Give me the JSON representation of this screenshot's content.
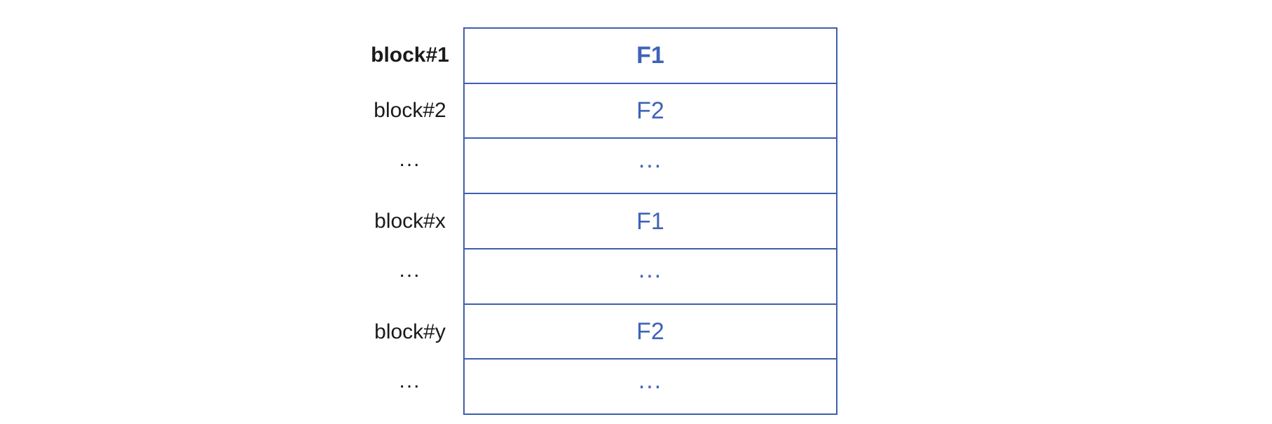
{
  "diagram": {
    "description": "Stack of storage blocks containing file fragments",
    "colors": {
      "accent_border": "#3D5FAD",
      "accent_text": "#3E63B8",
      "label_color": "#1A1A1A",
      "background": "#FFFFFF"
    }
  },
  "rows": [
    {
      "label": "block#1",
      "cell": "F1"
    },
    {
      "label": "block#2",
      "cell": "F2"
    },
    {
      "label": "...",
      "cell": "..."
    },
    {
      "label": "block#x",
      "cell": "F1"
    },
    {
      "label": "...",
      "cell": "..."
    },
    {
      "label": "block#y",
      "cell": "F2"
    },
    {
      "label": "...",
      "cell": "..."
    }
  ]
}
